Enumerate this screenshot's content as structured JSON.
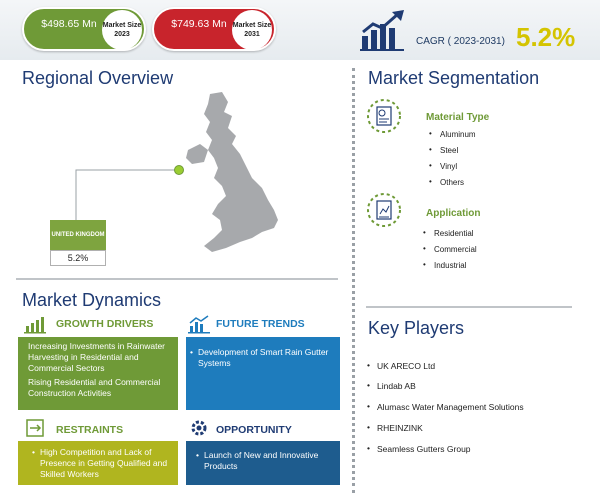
{
  "header": {
    "market_2023_value": "$498.65 Mn",
    "market_2023_label": "Market Size 2023",
    "market_2031_value": "$749.63 Mn",
    "market_2031_label": "Market Size 2031",
    "cagr_label": "CAGR ( 2023-2031)",
    "cagr_value": "5.2%"
  },
  "regional": {
    "title": "Regional Overview",
    "region_name": "UNITED KINGDOM",
    "region_value": "5.2%"
  },
  "segmentation": {
    "title": "Market Segmentation",
    "groups": [
      {
        "heading": "Material Type",
        "icon": "document-chart-icon",
        "items": [
          "Aluminum",
          "Steel",
          "Vinyl",
          "Others"
        ]
      },
      {
        "heading": "Application",
        "icon": "document-chart-icon",
        "items": [
          "Residential",
          "Commercial",
          "Industrial"
        ]
      }
    ]
  },
  "dynamics": {
    "title": "Market Dynamics",
    "growth_drivers": {
      "heading": "GROWTH DRIVERS",
      "icon": "bar-chart-icon",
      "items": [
        "Increasing Investments in Rainwater Harvesting in Residential and Commercial Sectors",
        "Rising Residential and Commercial Construction Activities"
      ]
    },
    "future_trends": {
      "heading": "FUTURE TRENDS",
      "icon": "trend-chart-icon",
      "items": [
        "Development of Smart Rain Gutter Systems"
      ]
    },
    "restraints": {
      "heading": "RESTRAINTS",
      "icon": "restraint-icon",
      "items": [
        "High Competition and Lack of Presence in Getting Qualified and Skilled Workers"
      ]
    },
    "opportunity": {
      "heading": "OPPORTUNITY",
      "icon": "gear-icon",
      "items": [
        "Launch of New and Innovative Products"
      ]
    }
  },
  "key_players": {
    "title": "Key Players",
    "items": [
      "UK ARECO Ltd",
      "Lindab AB",
      "Alumasc Water Management Solutions",
      "RHEINZINK",
      "Seamless Gutters Group"
    ]
  },
  "colors": {
    "green": "#6f9a37",
    "red": "#c8242c",
    "navy": "#1f3b73",
    "blue": "#1e7cbd",
    "yellow": "#d4c400"
  }
}
